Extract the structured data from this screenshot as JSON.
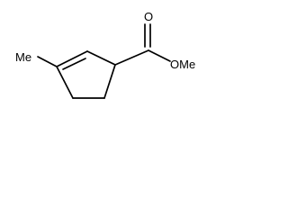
{
  "molecule": {
    "labels": {
      "methyl": "Me",
      "carbonyl_oxygen": "O",
      "ester_group": "OMe"
    },
    "bond_color": "#000000",
    "label_color": "#000000",
    "background": "#ffffff"
  }
}
